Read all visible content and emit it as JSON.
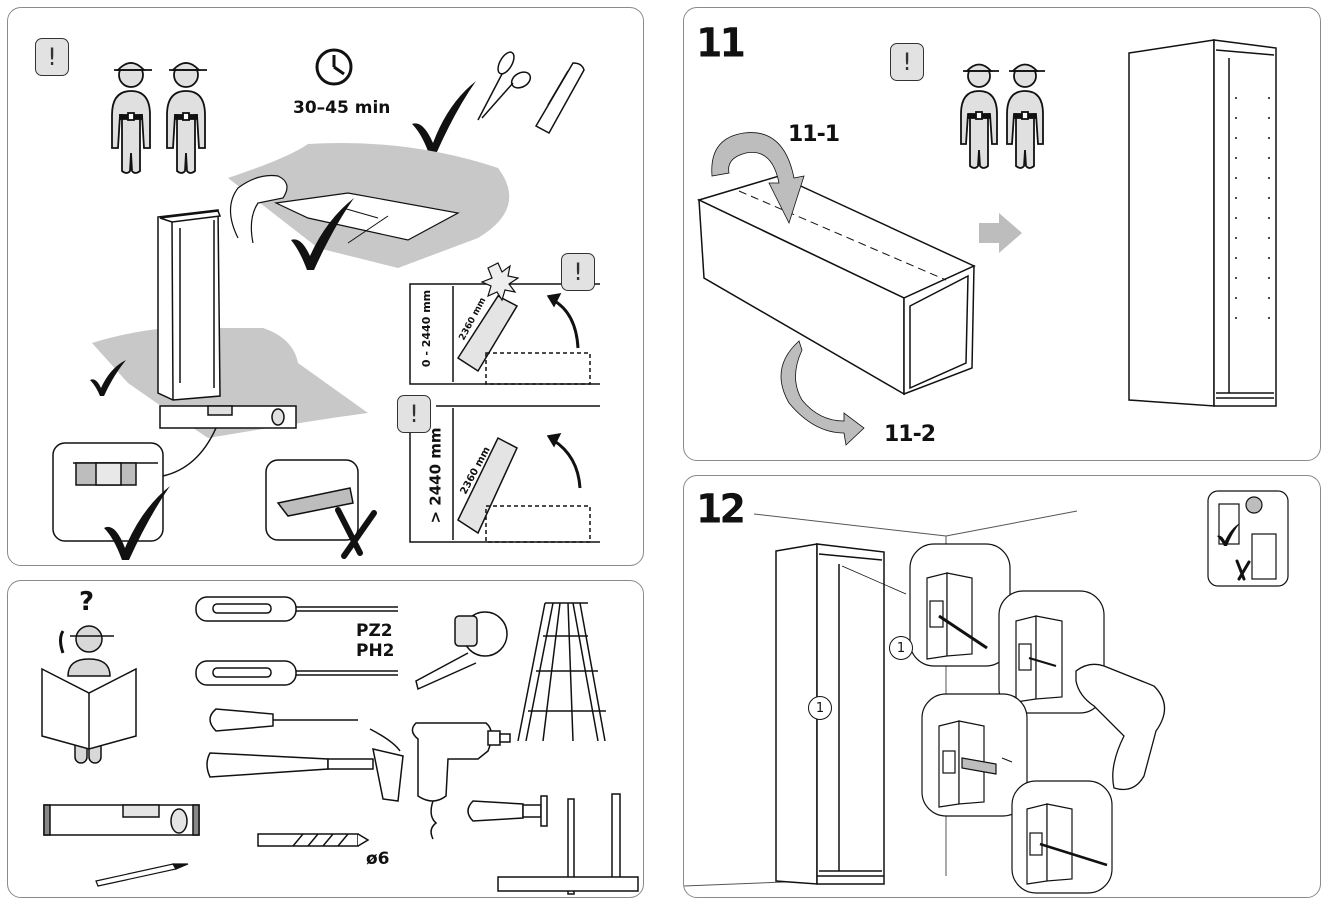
{
  "document": {
    "type": "furniture assembly instructions"
  },
  "icons": {
    "warning": "!",
    "question": "?",
    "check": "checkmark-icon",
    "cross": "cross-icon"
  },
  "prep_panel": {
    "persons_required": 2,
    "duration_label": "30–45 min",
    "ceiling_low_label": "0 - 2440 mm",
    "ceiling_high_label": "> 2440 mm",
    "tilt_length_label_1": "2360 mm",
    "tilt_length_label_2": "2360 mm"
  },
  "tools_panel": {
    "screwdriver_bits_line1": "PZ2",
    "screwdriver_bits_line2": "PH2",
    "drill_bit_label": "ø6",
    "tools": [
      "phillips screwdriver",
      "flat screwdriver",
      "awl",
      "hammer",
      "spirit level",
      "pencil",
      "drill bit",
      "tape measure",
      "electric drill",
      "ladder",
      "clamp"
    ]
  },
  "step11": {
    "step_number": "11",
    "substep_1": "11-1",
    "substep_2": "11-2",
    "persons_required": 2
  },
  "step12": {
    "step_number": "12",
    "part_number_1": "1",
    "part_number_2": "1"
  }
}
